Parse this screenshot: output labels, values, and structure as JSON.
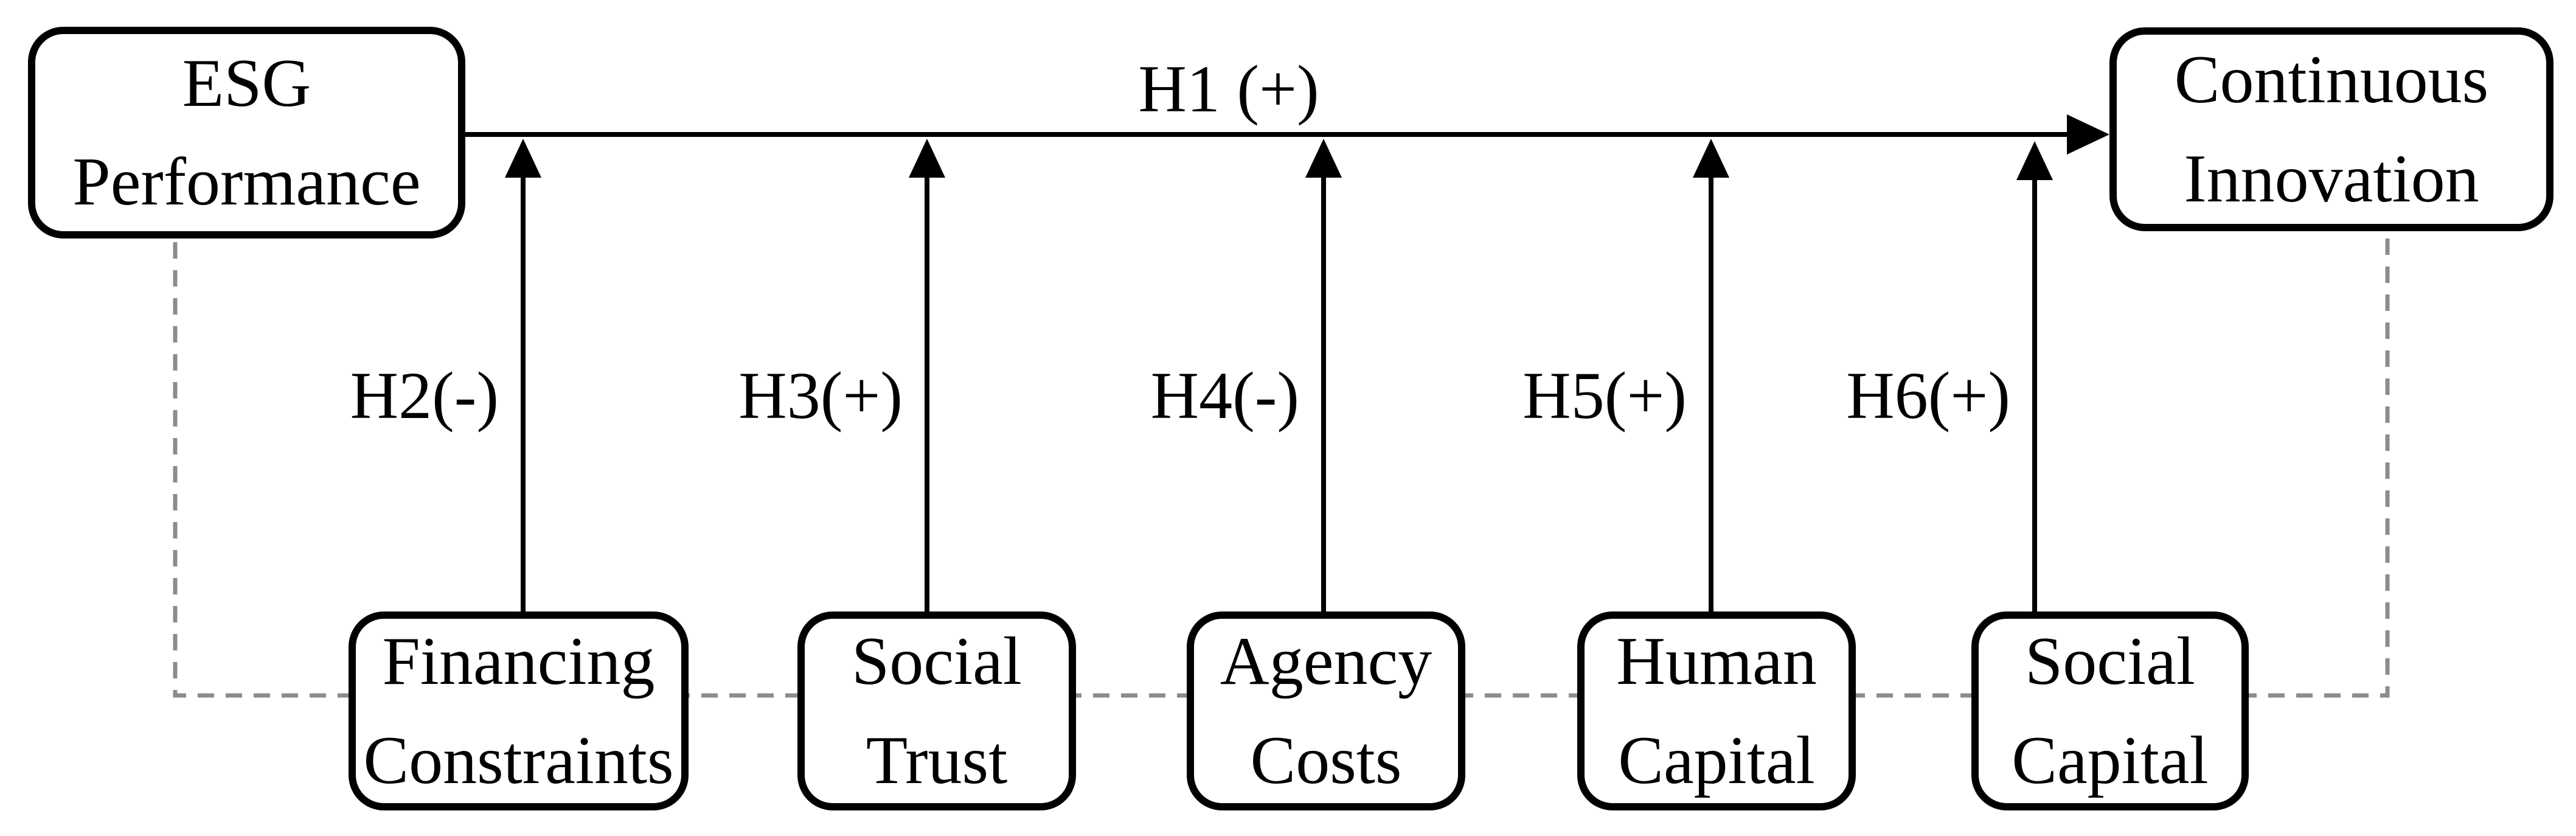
{
  "figure": {
    "colors": {
      "background": "#ffffff",
      "solid_line": "#000000",
      "dashed_line": "#8c8c8c",
      "text": "#000000"
    },
    "nodes": {
      "esg": {
        "line1": "ESG",
        "line2": "Performance"
      },
      "innovation": {
        "line1": "Continuous",
        "line2": "Innovation"
      }
    },
    "mediators": [
      {
        "line1": "Financing",
        "line2": "Constraints",
        "label": "H2(-)"
      },
      {
        "line1": "Social",
        "line2": "Trust",
        "label": "H3(+)"
      },
      {
        "line1": "Agency",
        "line2": "Costs",
        "label": "H4(-)"
      },
      {
        "line1": "Human",
        "line2": "Capital",
        "label": "H5(+)"
      },
      {
        "line1": "Social",
        "line2": "Capital",
        "label": "H6(+)"
      }
    ],
    "main_path_label": "H1 (+)"
  }
}
